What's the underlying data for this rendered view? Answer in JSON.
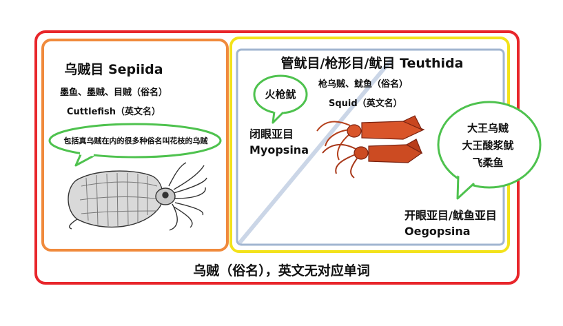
{
  "sepiida": {
    "title": "乌贼目 Sepiida",
    "common_names": "墨鱼、墨贼、目贼（俗名）",
    "english_name": "Cuttlefish（英文名）",
    "callout": "包括真乌贼在内的很多种俗名叫花枝的乌贼"
  },
  "teuthida": {
    "title": "管鱿目/枪形目/鱿目 Teuthida",
    "common_names": "枪乌贼、鱿鱼（俗名）",
    "english_name": "Squid（英文名）",
    "myopsina_cn": "闭眼亚目",
    "myopsina_latin": "Myopsina",
    "myopsina_callout": "火枪鱿",
    "oegopsina_cn": "开眼亚目/鱿鱼亚目",
    "oegopsina_latin": "Oegopsina",
    "oegopsina_callout": [
      "大王乌贼",
      "大王酸浆鱿",
      "飞柔鱼"
    ]
  },
  "bottom_caption": "乌贼（俗名），英文无对应单词",
  "colors": {
    "outer_frame": "#e8262b",
    "sepiida_frame": "#f08a3c",
    "teuthida_frame": "#f3e21a",
    "inner_frame": "#90a8c8",
    "callout_border": "#4ec24e",
    "squid_body": "#d9552a"
  }
}
